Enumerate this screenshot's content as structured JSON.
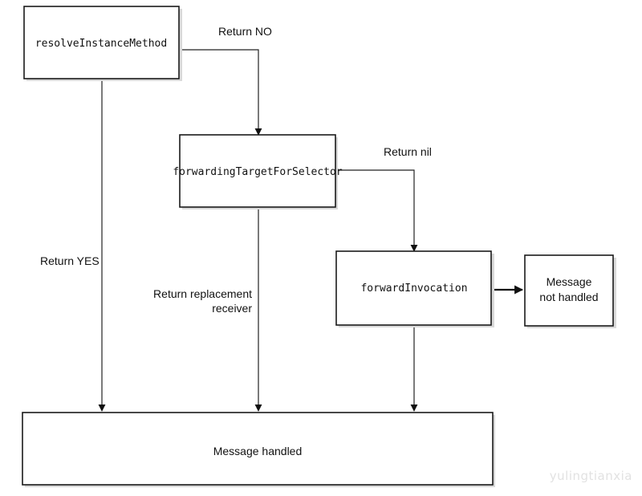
{
  "nodes": {
    "resolve_instance_method": "resolveInstanceMethod",
    "forwarding_target_for_selector": "forwardingTargetForSelector",
    "forward_invocation": "forwardInvocation",
    "message_not_handled": [
      "Message",
      "not handled"
    ],
    "message_handled": "Message handled"
  },
  "edges": {
    "return_no": "Return NO",
    "return_nil": "Return nil",
    "return_yes": "Return YES",
    "return_replacement_receiver": [
      "Return replacement",
      "receiver"
    ]
  },
  "watermark": "yulingtianxia"
}
